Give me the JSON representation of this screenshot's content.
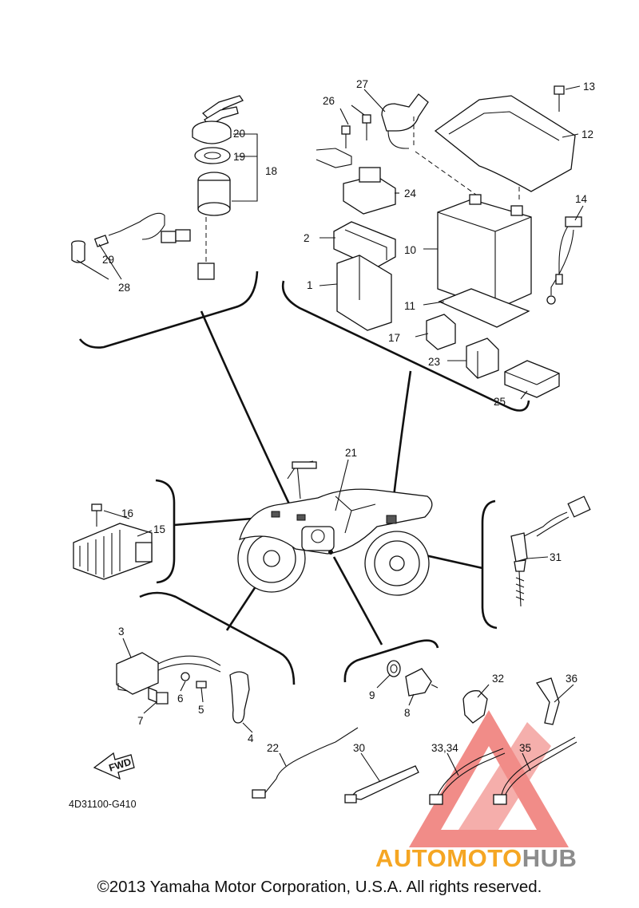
{
  "diagram_code": "4D31100-G410",
  "fwd_label": "FWD",
  "copyright": "©2013 Yamaha Motor Corporation, U.S.A. All rights reserved.",
  "watermark": {
    "part1": "AUTOMOTO",
    "part2": "HUB",
    "color1": "#f5a623",
    "color2": "#8c8c8c",
    "triangle_color": "#e8413a"
  },
  "callouts": {
    "c1": "1",
    "c2": "2",
    "c3": "3",
    "c4": "4",
    "c5": "5",
    "c6": "6",
    "c7": "7",
    "c8": "8",
    "c9": "9",
    "c10": "10",
    "c11": "11",
    "c12": "12",
    "c13": "13",
    "c14": "14",
    "c15": "15",
    "c16": "16",
    "c17": "17",
    "c18": "18",
    "c19": "19",
    "c20": "20",
    "c21": "21",
    "c22": "22",
    "c23": "23",
    "c24": "24",
    "c25": "25",
    "c26": "26",
    "c27": "27",
    "c28": "28",
    "c29": "29",
    "c30": "30",
    "c31": "31",
    "c32": "32",
    "c3334": "33,34",
    "c35": "35",
    "c36": "36"
  }
}
